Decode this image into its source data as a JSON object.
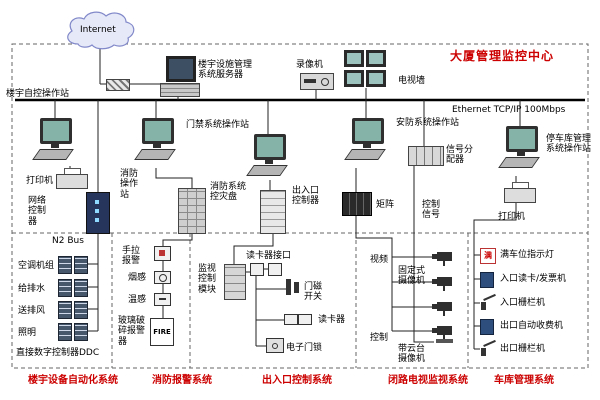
{
  "labels": {
    "internet": "Internet",
    "title": "大厦管理监控中心",
    "ethernet": "Ethernet TCP/IP 100Mbps",
    "server": "楼宇设施管理系统服务器",
    "recorder": "录像机",
    "tv_wall": "电视墙",
    "station_bas": "楼宇自控操作站",
    "station_fire": "消防操作站",
    "station_access": "门禁系统操作站",
    "station_security": "安防系统操作站",
    "station_parking": "停车库管理系统操作站",
    "printer_left": "打印机",
    "printer_right": "打印机",
    "network_controller": "网络控制器",
    "fire_panel": "消防系统控灾盘",
    "entry_controller": "出入口控制器",
    "matrix": "矩阵",
    "splitter": "信号分配器",
    "control_signal": "控制信号",
    "n2_bus": "N2 Bus",
    "ddc": "直接数字控制器DDC",
    "module": "监视控制模块",
    "reader_interface": "读卡器接口",
    "door_switch": "门磁开关",
    "card_reader": "读卡器",
    "door_lock": "电子门锁",
    "video": "视频",
    "control": "控制",
    "fixed_camera": "固定式摄像机",
    "ptz_camera": "带云台摄像机",
    "fire_text": "FIRE",
    "full_indicator": "满"
  },
  "bas_devices": [
    "空调机组",
    "给排水",
    "送排风",
    "照明"
  ],
  "fire_devices": [
    "手拉报警",
    "烟感",
    "温感",
    "玻璃破碎报警器"
  ],
  "parking_devices": [
    "满车位指示灯",
    "入口读卡/发票机",
    "入口栅栏机",
    "出口自动收费机",
    "出口栅栏机"
  ],
  "systems": [
    "楼宇设备自动化系统",
    "消防报警系统",
    "出入口控制系统",
    "闭路电视监视系统",
    "车库管理系统"
  ],
  "colors": {
    "accent_red": "#cc0000",
    "bus_line": "#000000",
    "screen_teal": "#86b3a8"
  }
}
